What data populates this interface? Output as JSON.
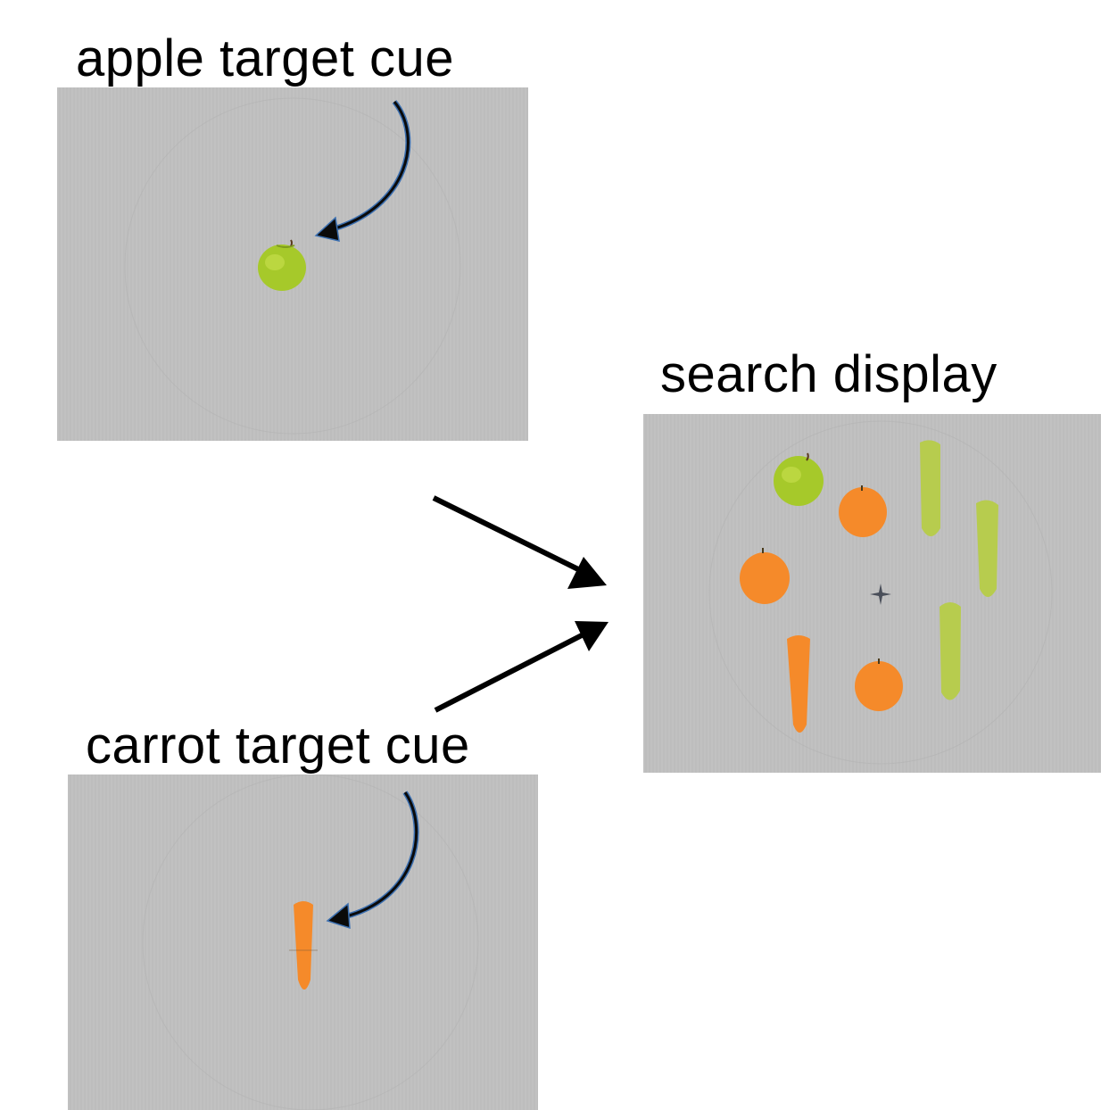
{
  "labels": {
    "apple_cue": "apple target cue",
    "carrot_cue": "carrot target cue",
    "search": "search display"
  },
  "colors": {
    "panel_bg": "#bfbfbf",
    "apple_green": "#a6c92a",
    "carrot_orange": "#f58a2a",
    "pepper_green": "#b7cc4e",
    "cue_arrow_fill": "#0a0a0a",
    "cue_arrow_outline": "#3b6fb0",
    "flow_arrow": "#000000",
    "fixation": "#4a4f5a"
  },
  "icons": {
    "apple": "apple-icon",
    "carrot": "carrot-icon",
    "orange": "orange-icon",
    "pepper": "pepper-icon",
    "fixation": "fixation-cross-icon",
    "arrow": "arrow-icon"
  }
}
